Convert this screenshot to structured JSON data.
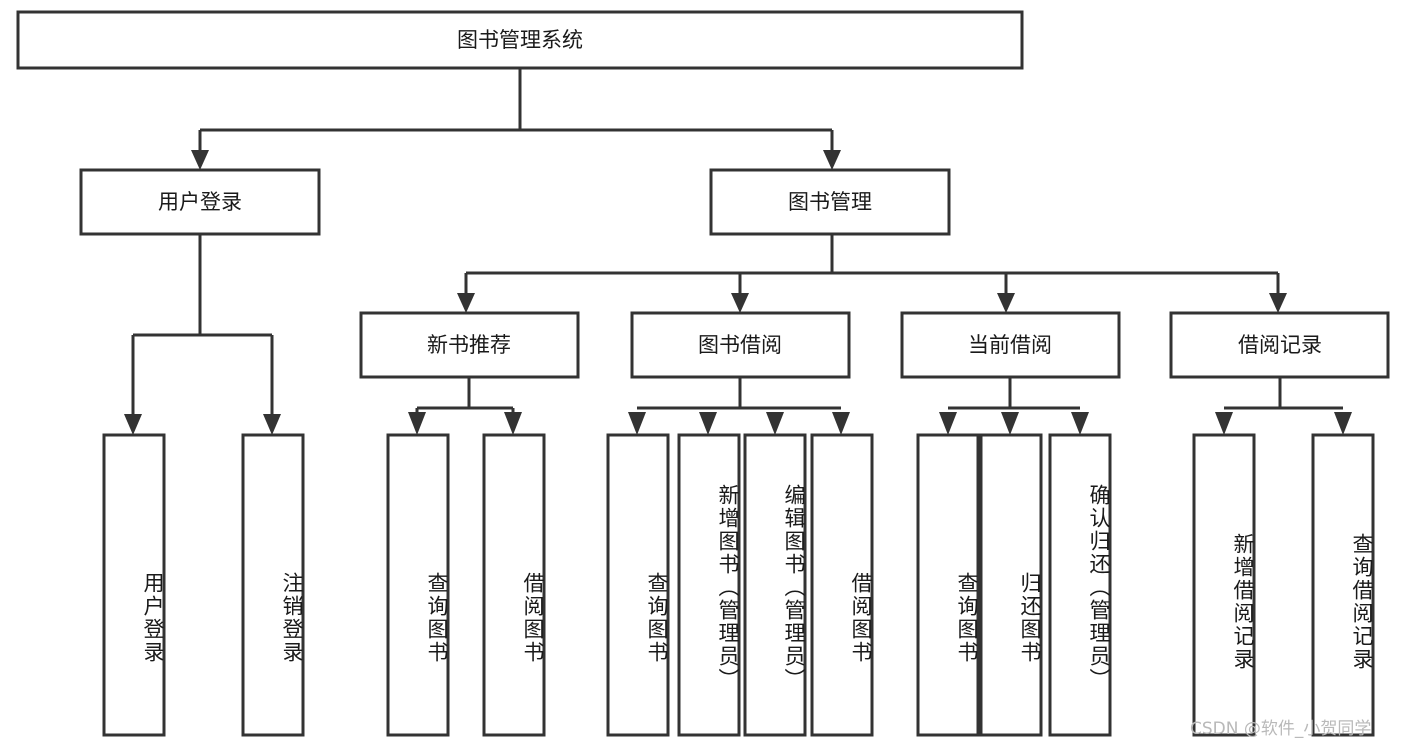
{
  "diagram": {
    "title": "图书管理系统",
    "type": "tree-hierarchy-diagram",
    "root": {
      "label": "图书管理系统"
    },
    "level2": [
      {
        "label": "用户登录"
      },
      {
        "label": "图书管理"
      }
    ],
    "level3": [
      {
        "label": "新书推荐"
      },
      {
        "label": "图书借阅"
      },
      {
        "label": "当前借阅"
      },
      {
        "label": "借阅记录"
      }
    ],
    "leaves_user_login": [
      {
        "label": "用户登录"
      },
      {
        "label": "注销登录"
      }
    ],
    "leaves_new_books": [
      {
        "label": "查询图书"
      },
      {
        "label": "借阅图书"
      }
    ],
    "leaves_borrow": [
      {
        "label": "查询图书"
      },
      {
        "label": "新增图书（管理员）"
      },
      {
        "label": "编辑图书（管理员）"
      },
      {
        "label": "借阅图书"
      }
    ],
    "leaves_current": [
      {
        "label": "查询图书"
      },
      {
        "label": "归还图书"
      },
      {
        "label": "确认归还（管理员）"
      }
    ],
    "leaves_records": [
      {
        "label": "新增借阅记录"
      },
      {
        "label": "查询借阅记录"
      }
    ]
  },
  "watermark": {
    "text": "CSDN @软件_小贺同学"
  },
  "colors": {
    "background": "#ffffff",
    "box_fill": "#ffffff",
    "box_stroke": "#333333",
    "text": "#1a1a1a",
    "watermark": "#b9b9b9"
  }
}
